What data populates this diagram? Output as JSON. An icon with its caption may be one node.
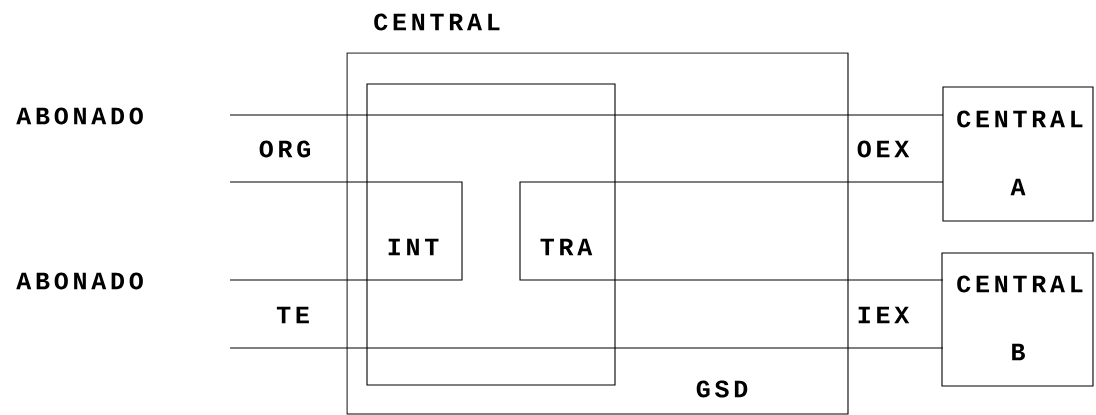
{
  "diagram": {
    "nodes": [
      {
        "text": [
          "CENTRAL",
          "GSD"
        ]
      },
      {
        "text": [],
        "shape": "box",
        "in": 0
      },
      {
        "text": [
          "CENTRAL",
          "A"
        ]
      },
      {
        "text": [
          "CENTRAL",
          "B"
        ]
      }
    ],
    "labels": [
      "ABONADO",
      "ORG",
      "OEX",
      "INT",
      "TRA",
      "ABONADO",
      "TE",
      "IEX"
    ]
  }
}
